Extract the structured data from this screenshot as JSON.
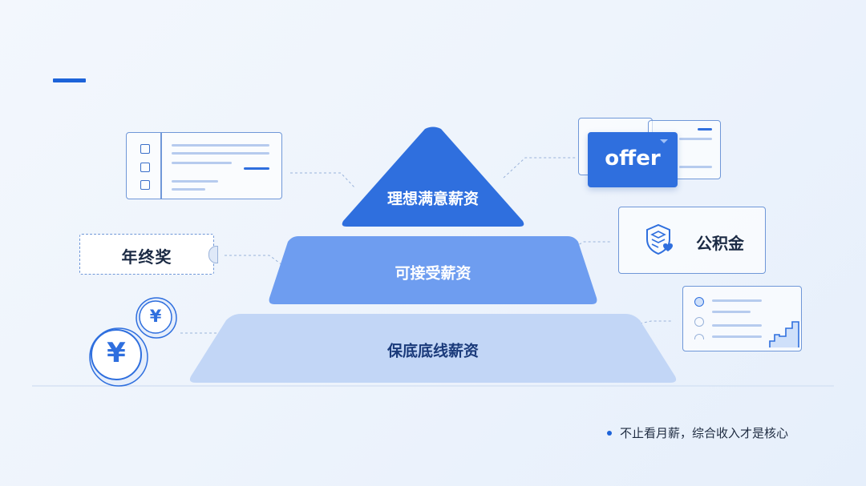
{
  "pyramid": {
    "tiers": [
      {
        "label": "理想满意薪资",
        "color": "#2f6fde",
        "text_color": "#ffffff"
      },
      {
        "label": "可接受薪资",
        "color": "#6e9df0",
        "text_color": "#ffffff"
      },
      {
        "label": "保底底线薪资",
        "color": "#c2d6f6",
        "text_color": "#1a3a7a"
      }
    ]
  },
  "side_items": {
    "offer_label": "offer",
    "housing_fund_label": "公积金",
    "year_end_bonus_label": "年终奖",
    "currency_symbol": "¥"
  },
  "footer": {
    "note": "不止看月薪，综合收入才是核心"
  },
  "accent_color": "#1d63d9"
}
